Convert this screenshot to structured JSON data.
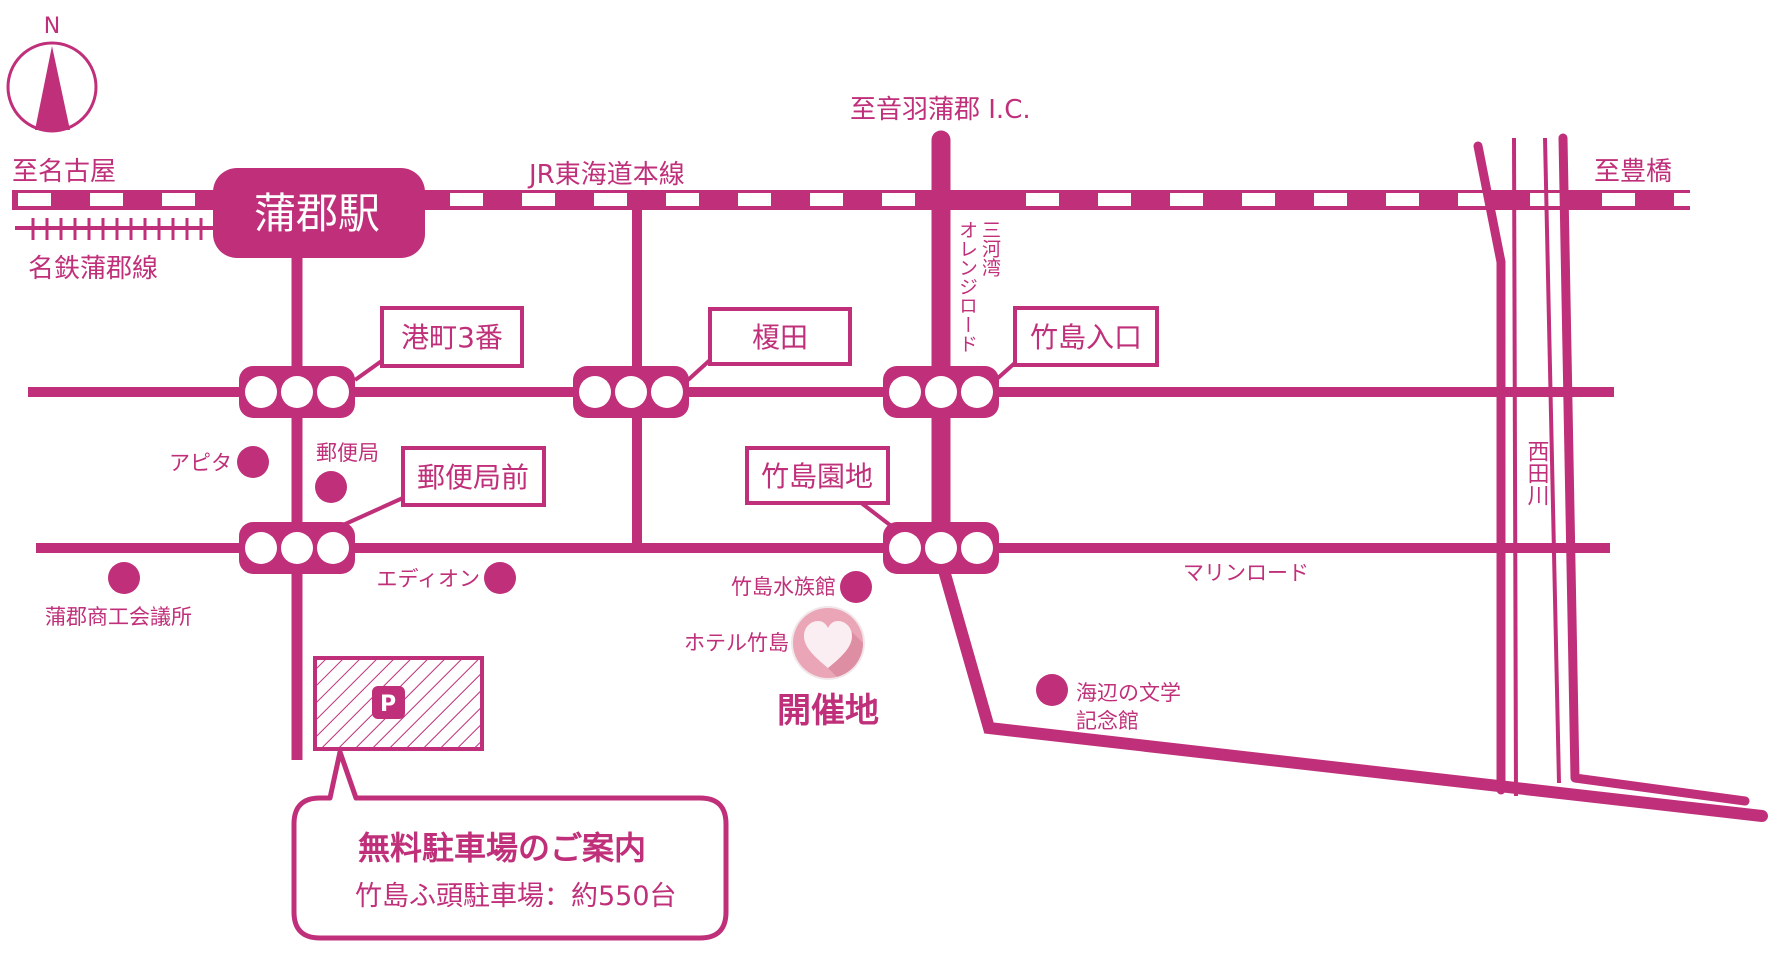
{
  "colors": {
    "primary": "#c0307a",
    "heart_circle": "#eaa6b6",
    "heart_shadow": "#dd8ea2",
    "heart": "#fbeef3",
    "white": "#ffffff"
  },
  "compass": {
    "label": "N",
    "icon": "north-arrow-icon"
  },
  "railways": {
    "jr_line": "JR東海道本線",
    "meitetsu_line": "名鉄蒲郡線",
    "to_nagoya": "至名古屋",
    "to_toyohashi": "至豊橋",
    "station": "蒲郡駅"
  },
  "roads": {
    "to_ic": "至音羽蒲郡 I.C.",
    "orange_road_line1": "三河湾",
    "orange_road_line2": "オレンジロード",
    "marine_road": "マリンロード",
    "river": "西田川"
  },
  "intersections": [
    {
      "name": "港町3番"
    },
    {
      "name": "榎田"
    },
    {
      "name": "竹島入口"
    },
    {
      "name": "郵便局前"
    },
    {
      "name": "竹島園地"
    }
  ],
  "landmarks": {
    "apita": "アピタ",
    "post_office": "郵便局",
    "chamber": "蒲郡商工会議所",
    "edion": "エディオン",
    "aquarium": "竹島水族館",
    "literature_line1": "海辺の文学",
    "literature_line2": "記念館"
  },
  "venue": {
    "hotel": "ホテル竹島",
    "label": "開催地",
    "icon": "heart-icon"
  },
  "parking": {
    "icon_letter": "P",
    "callout_title": "無料駐車場のご案内",
    "callout_detail": "竹島ふ頭駐車場：約550台"
  }
}
